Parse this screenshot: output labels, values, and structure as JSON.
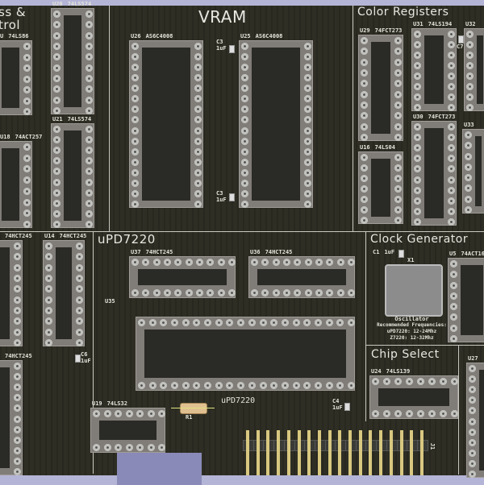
{
  "sections": {
    "address_control": [
      "ss &",
      "trol"
    ],
    "vram": "VRAM",
    "color_registers": "Color Registers",
    "upd7220": "uPD7220",
    "clock_generator": "Clock Generator",
    "chip_select": "Chip Select"
  },
  "chips": [
    {
      "ref": "U",
      "part": "74LS86"
    },
    {
      "ref": "U20",
      "part": "74LS574"
    },
    {
      "ref": "U18",
      "part": "74ACT257"
    },
    {
      "ref": "U21",
      "part": "74LS574"
    },
    {
      "ref": "U26",
      "part": "AS6C4008"
    },
    {
      "ref": "U25",
      "part": "AS6C4008"
    },
    {
      "ref": "U29",
      "part": "74FCT273"
    },
    {
      "ref": "U31",
      "part": "74LS194"
    },
    {
      "ref": "U32",
      "part": ""
    },
    {
      "ref": "U16",
      "part": "74LS04"
    },
    {
      "ref": "U30",
      "part": "74FCT273"
    },
    {
      "ref": "U33",
      "part": ""
    },
    {
      "ref": "",
      "part": "74HCT245"
    },
    {
      "ref": "U14",
      "part": "74HCT245"
    },
    {
      "ref": "",
      "part": "74HCT245"
    },
    {
      "ref": "U37",
      "part": "74HCT245"
    },
    {
      "ref": "U36",
      "part": "74HCT245"
    },
    {
      "ref": "",
      "part": ""
    },
    {
      "ref": "U19",
      "part": "74LS32"
    },
    {
      "ref": "U24",
      "part": "74LS139"
    },
    {
      "ref": "U5",
      "part": "74ACT16"
    },
    {
      "ref": "U27",
      "part": ""
    }
  ],
  "caps": [
    {
      "ref": "C3",
      "value": "1uF"
    },
    {
      "ref": "C3",
      "value": "1uF"
    },
    {
      "ref": "C6",
      "value": "1uF"
    },
    {
      "ref": "C4",
      "value": "1uF"
    },
    {
      "ref": "C1",
      "value": "1uF"
    },
    {
      "ref": "C7",
      "value": ""
    }
  ],
  "labels": {
    "u35": "U35",
    "r1": "R1",
    "upd7220_silk": "uPD7220",
    "x1": "X1",
    "j1": "J1",
    "oscillator": "Oscillator",
    "recommended": "Recommended Frequencies:",
    "freq_upd": "uPD7220: 12-24Mhz",
    "freq_z": "Z7220: 12-32Mhz"
  },
  "colors": {
    "board": "#2e2e24",
    "background": "#b4b4d6",
    "silkscreen": "#e4e4dc",
    "socket": "#807c78"
  }
}
